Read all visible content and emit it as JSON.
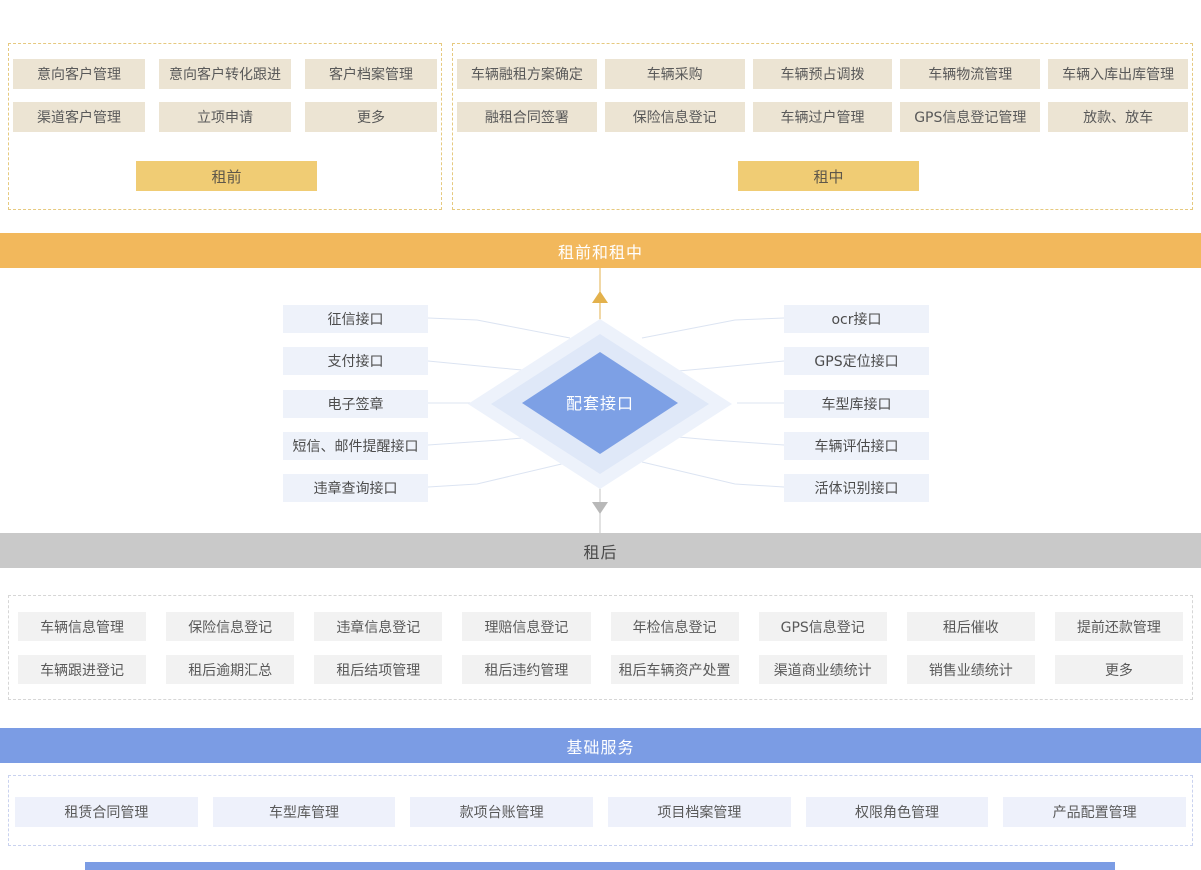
{
  "banners": {
    "pre_and_in": "租前和租中",
    "post": "租后",
    "base": "基础服务"
  },
  "pre_lease": {
    "label": "租前",
    "items": [
      "意向客户管理",
      "意向客户转化跟进",
      "客户档案管理",
      "渠道客户管理",
      "立项申请",
      "更多"
    ]
  },
  "in_lease": {
    "label": "租中",
    "items": [
      "车辆融租方案确定",
      "车辆采购",
      "车辆预占调拨",
      "车辆物流管理",
      "车辆入库出库管理",
      "融租合同签署",
      "保险信息登记",
      "车辆过户管理",
      "GPS信息登记管理",
      "放款、放车"
    ]
  },
  "interfaces": {
    "center": "配套接口",
    "left": [
      "征信接口",
      "支付接口",
      "电子签章",
      "短信、邮件提醒接口",
      "违章查询接口"
    ],
    "right": [
      "ocr接口",
      "GPS定位接口",
      "车型库接口",
      "车辆评估接口",
      "活体识别接口"
    ]
  },
  "post_lease": {
    "items": [
      "车辆信息管理",
      "保险信息登记",
      "违章信息登记",
      "理赔信息登记",
      "年检信息登记",
      "GPS信息登记",
      "租后催收",
      "提前还款管理",
      "车辆跟进登记",
      "租后逾期汇总",
      "租后结项管理",
      "租后违约管理",
      "租后车辆资产处置",
      "渠道商业绩统计",
      "销售业绩统计",
      "更多"
    ]
  },
  "base_services": {
    "items": [
      "租赁合同管理",
      "车型库管理",
      "款项台账管理",
      "项目档案管理",
      "权限角色管理",
      "产品配置管理"
    ]
  },
  "colors": {
    "banner_orange": "#f2b85c",
    "banner_gray": "#c9c9c9",
    "banner_blue": "#7b9ce4",
    "stage_label_gold": "#f0cc74",
    "tan_item_bg": "#ece4d3",
    "gray_item_bg": "#f2f2f2",
    "blue_item_bg": "#eef1fb",
    "interface_item_bg": "#eef2fa",
    "diamond_inner": "#7da0e5",
    "arrow_up_gold": "#e3b14c",
    "arrow_down_gray": "#b8b8b8"
  }
}
